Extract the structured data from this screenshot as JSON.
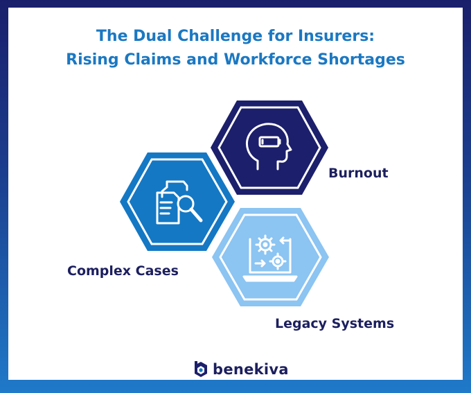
{
  "title_line1": "The Dual Challenge for Insurers:",
  "title_line2": "Rising Claims and Workforce Shortages",
  "items": [
    {
      "label": "Burnout",
      "icon": "head-battery-icon"
    },
    {
      "label": "Complex Cases",
      "icon": "documents-search-icon"
    },
    {
      "label": "Legacy Systems",
      "icon": "laptop-gears-icon"
    }
  ],
  "brand": {
    "name": "benekiva",
    "logo": "benekiva-logo-icon"
  },
  "colors": {
    "title": "#1b78c2",
    "label": "#1c1f5e",
    "burnout_hex": "#1c1f6b",
    "complex_hex": "#1478c4",
    "legacy_hex": "#8cc4f2"
  }
}
